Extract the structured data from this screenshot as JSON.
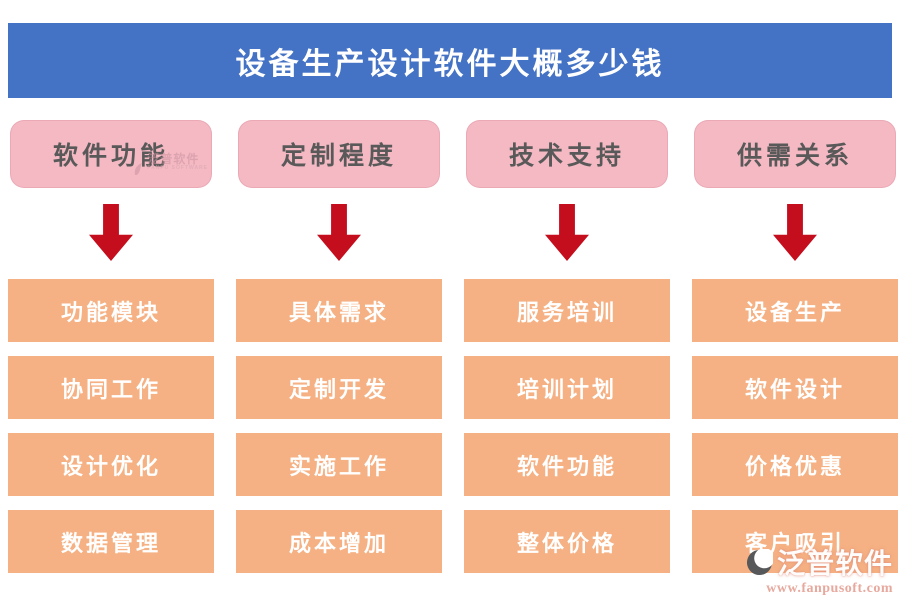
{
  "banner": {
    "title": "设备生产设计软件大概多少钱"
  },
  "columns": [
    {
      "header": "软件功能",
      "items": [
        "功能模块",
        "协同工作",
        "设计优化",
        "数据管理"
      ]
    },
    {
      "header": "定制程度",
      "items": [
        "具体需求",
        "定制开发",
        "实施工作",
        "成本增加"
      ]
    },
    {
      "header": "技术支持",
      "items": [
        "服务培训",
        "培训计划",
        "软件功能",
        "整体价格"
      ]
    },
    {
      "header": "供需关系",
      "items": [
        "设备生产",
        "软件设计",
        "价格优惠",
        "客户吸引"
      ]
    }
  ],
  "watermark": {
    "name": "泛普软件",
    "subname": "FANPU SOFTWARE"
  },
  "logo": {
    "name": "泛普软件",
    "url": "www.fanpusoft.com"
  },
  "colors": {
    "banner_bg": "#4472c4",
    "banner_text": "#ffffff",
    "header_bg": "#f4b9c3",
    "header_text": "#595959",
    "arrow": "#c40d1d",
    "item_bg": "#f5b183",
    "item_text": "#ffffff"
  }
}
